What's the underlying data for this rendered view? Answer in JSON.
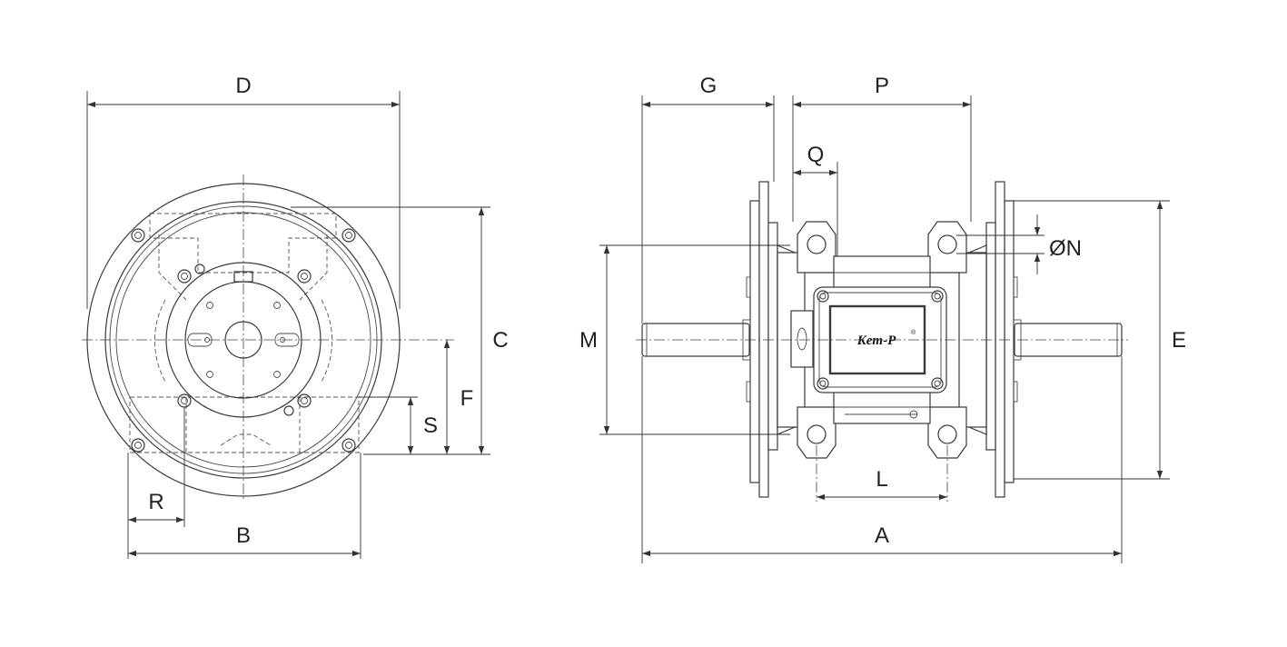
{
  "front_view": {
    "labels": {
      "D": "D",
      "C": "C",
      "F": "F",
      "S": "S",
      "R": "R",
      "B": "B"
    }
  },
  "side_view": {
    "labels": {
      "G": "G",
      "P": "P",
      "Q": "Q",
      "N": "ØN",
      "M": "M",
      "E": "E",
      "L": "L",
      "A": "A"
    },
    "logo": {
      "text": "Kem-P",
      "mark": "®"
    }
  }
}
